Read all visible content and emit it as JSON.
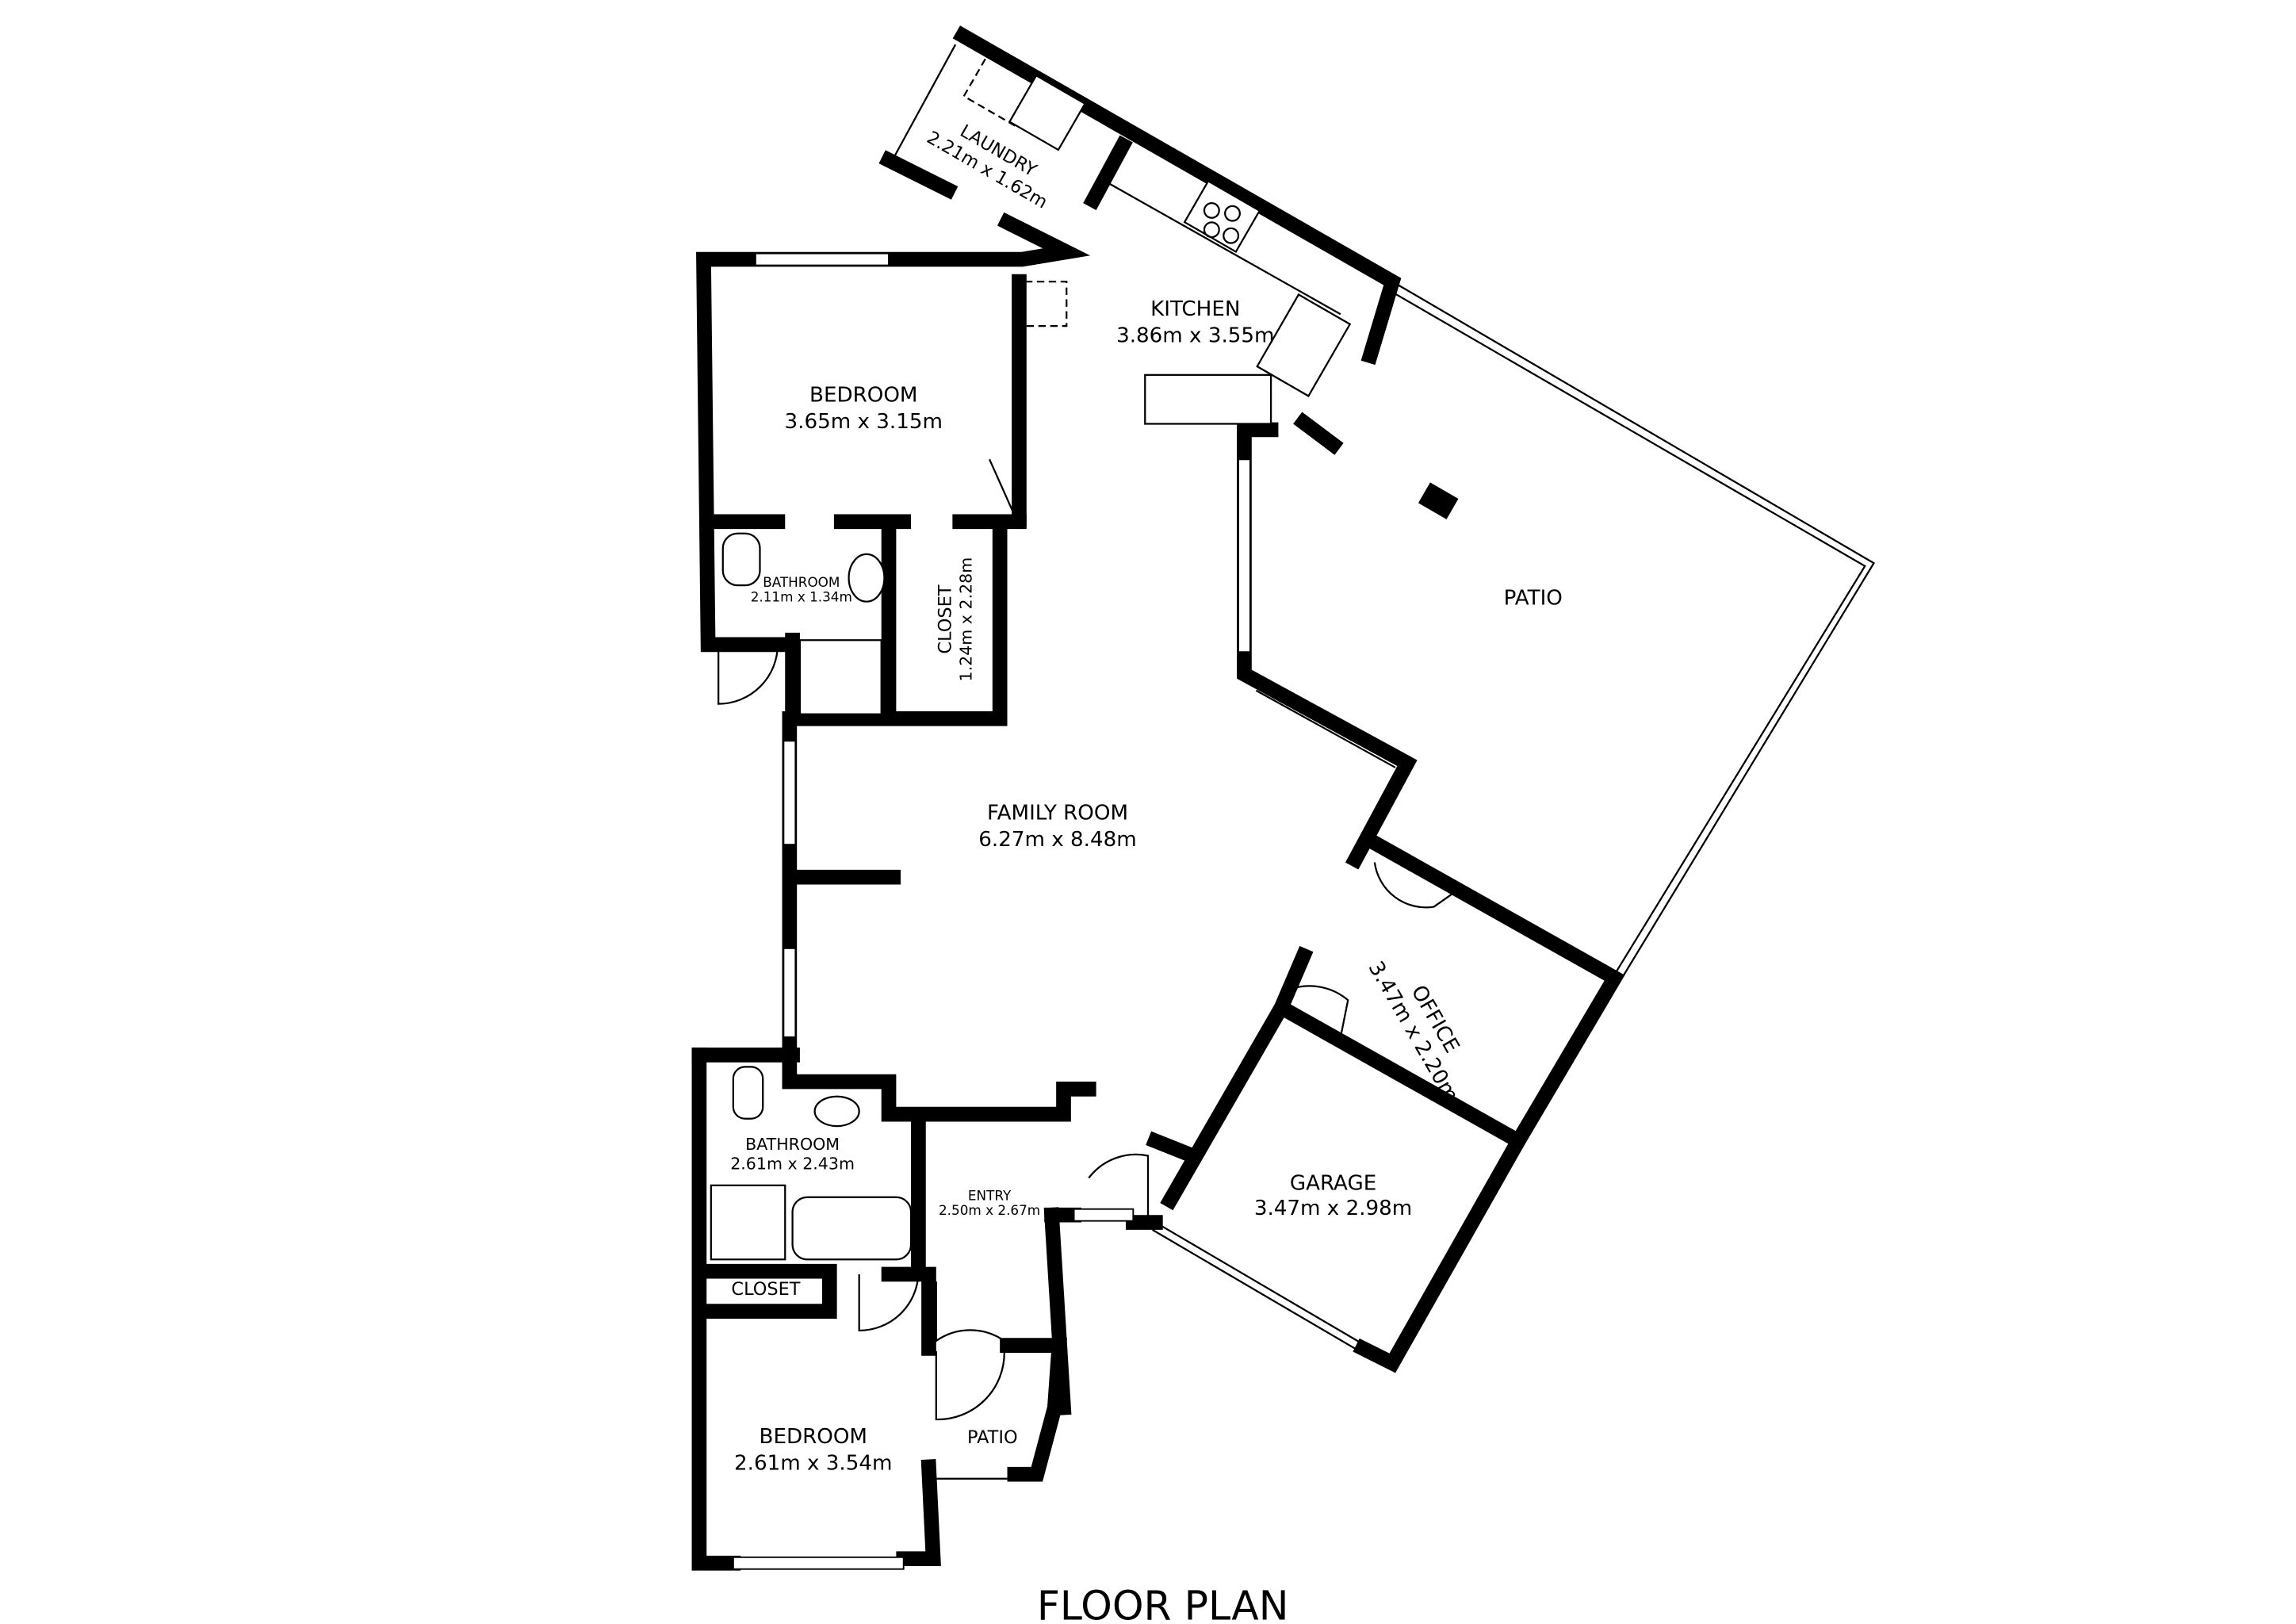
{
  "title": "FLOOR PLAN",
  "rooms": {
    "laundry": {
      "name": "LAUNDRY",
      "size": "2.21m x 1.62m"
    },
    "kitchen": {
      "name": "KITCHEN",
      "size": "3.86m x 3.55m"
    },
    "bedroom1": {
      "name": "BEDROOM",
      "size": "3.65m x 3.15m"
    },
    "bathroom1": {
      "name": "BATHROOM",
      "size": "2.11m x 1.34m"
    },
    "closet1": {
      "name": "CLOSET",
      "size": "1.24m x 2.28m"
    },
    "patio1": {
      "name": "PATIO"
    },
    "family": {
      "name": "FAMILY ROOM",
      "size": "6.27m x 8.48m"
    },
    "office": {
      "name": "OFFICE",
      "size": "3.47m x 2.20m"
    },
    "garage": {
      "name": "GARAGE",
      "size": "3.47m x 2.98m"
    },
    "bathroom2": {
      "name": "BATHROOM",
      "size": "2.61m x 2.43m"
    },
    "entry": {
      "name": "ENTRY",
      "size": "2.50m x 2.67m"
    },
    "closet2": {
      "name": "CLOSET"
    },
    "bedroom2": {
      "name": "BEDROOM",
      "size": "2.61m x 3.54m"
    },
    "patio2": {
      "name": "PATIO"
    }
  },
  "colors": {
    "walls": "#000000",
    "background": "#ffffff"
  }
}
